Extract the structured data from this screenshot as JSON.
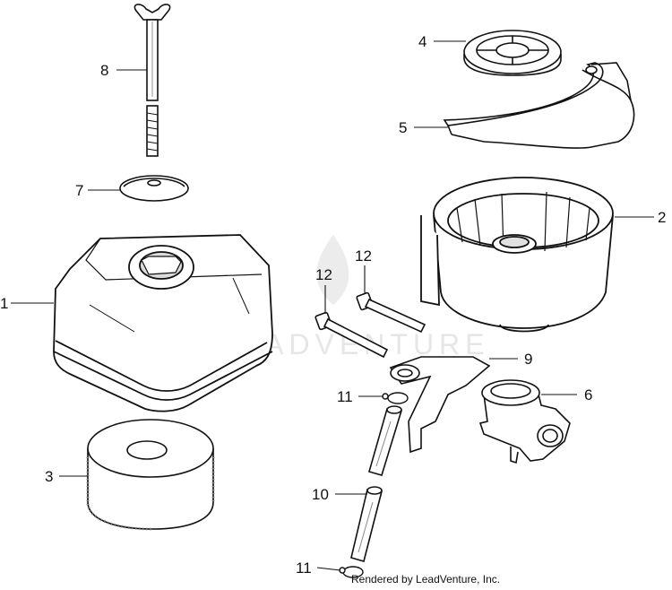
{
  "diagram": {
    "callouts": [
      {
        "id": "c1",
        "label": "1"
      },
      {
        "id": "c2",
        "label": "2"
      },
      {
        "id": "c3",
        "label": "3"
      },
      {
        "id": "c4",
        "label": "4"
      },
      {
        "id": "c5",
        "label": "5"
      },
      {
        "id": "c6",
        "label": "6"
      },
      {
        "id": "c7",
        "label": "7"
      },
      {
        "id": "c8",
        "label": "8"
      },
      {
        "id": "c9",
        "label": "9"
      },
      {
        "id": "c10",
        "label": "10"
      },
      {
        "id": "c11a",
        "label": "11"
      },
      {
        "id": "c11b",
        "label": "11"
      },
      {
        "id": "c12a",
        "label": "12"
      },
      {
        "id": "c12b",
        "label": "12"
      }
    ],
    "watermark": "LEADVENTURE",
    "credit": "Rendered by LeadVenture, Inc."
  }
}
